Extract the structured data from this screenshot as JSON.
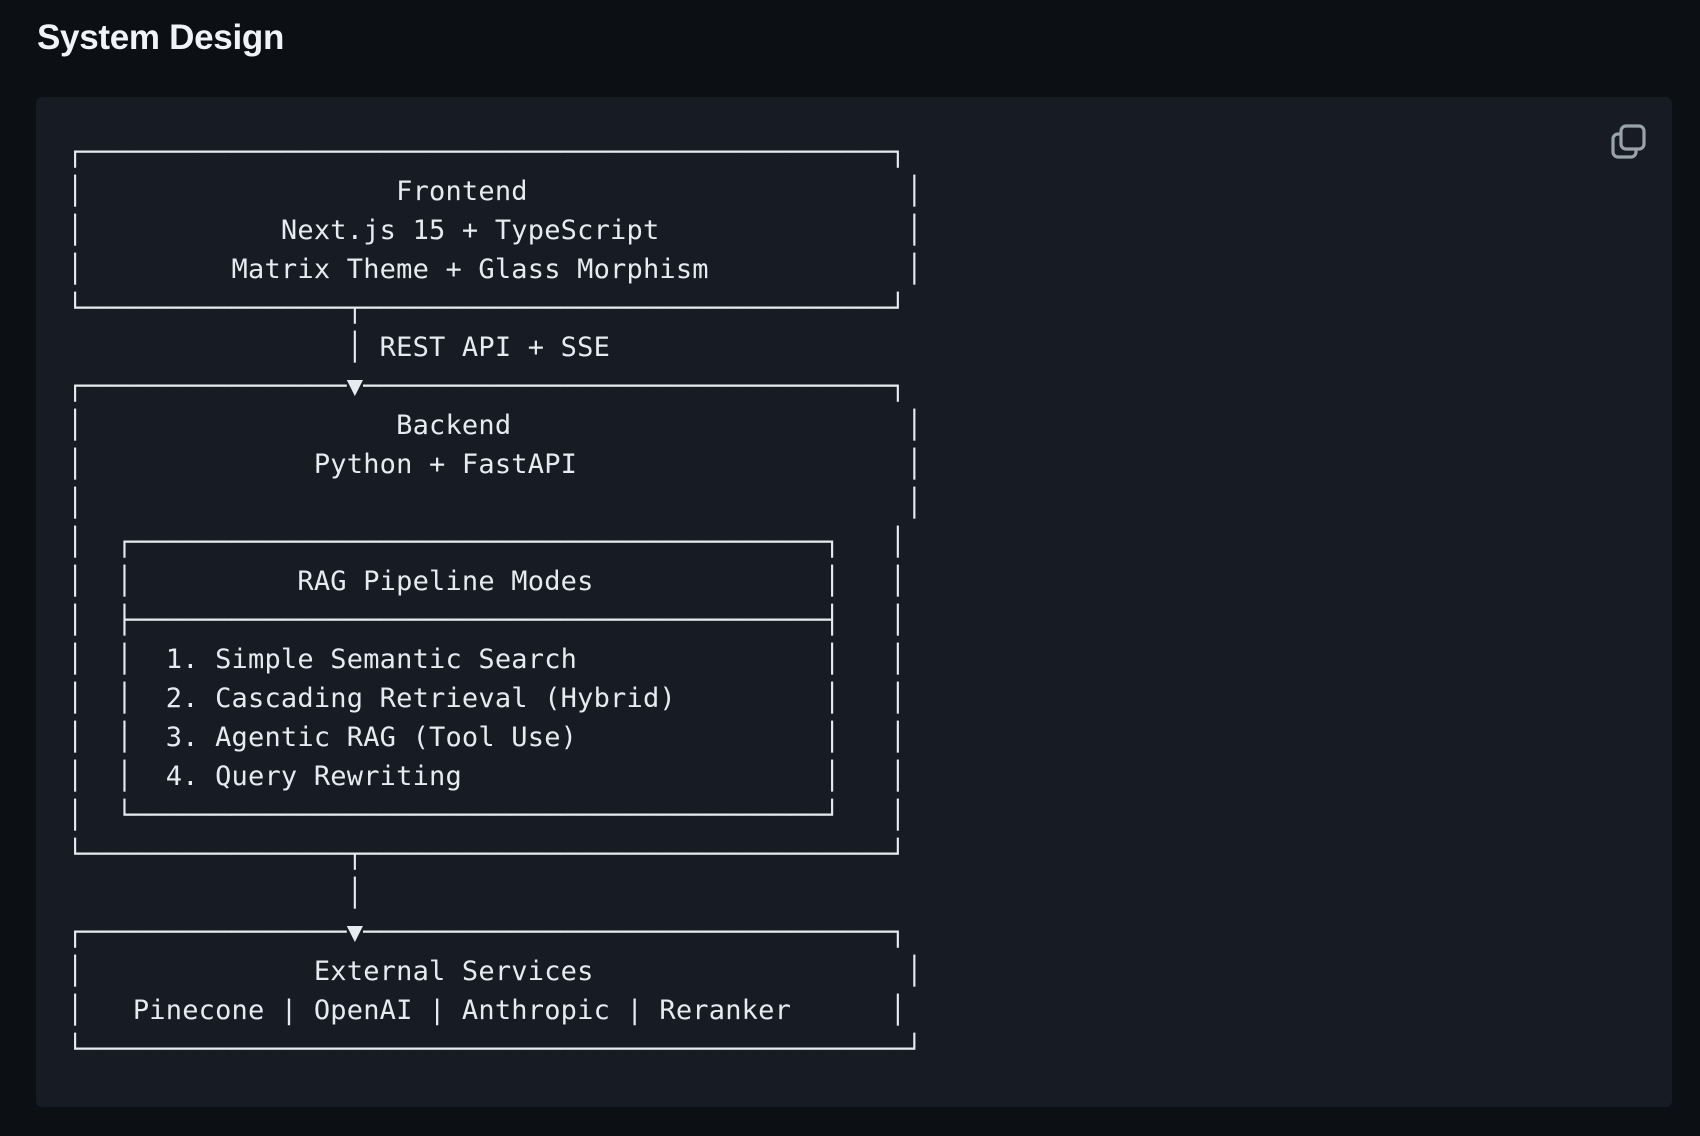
{
  "header": {
    "title": "System Design"
  },
  "colors": {
    "page_bg": "#0c0f14",
    "block_bg": "#161b24",
    "text": "#e7ebf1",
    "heading": "#f0f3f7",
    "icon": "#9aa2ac"
  },
  "code_block": {
    "copy_button": {
      "icon": "copy-icon"
    }
  },
  "diagram": {
    "nodes": [
      {
        "name": "Frontend",
        "details": [
          "Next.js 15 + TypeScript",
          "Matrix Theme + Glass Morphism"
        ]
      },
      {
        "name": "Backend",
        "details": [
          "Python + FastAPI"
        ],
        "child": {
          "name": "RAG Pipeline Modes",
          "items": [
            "1. Simple Semantic Search",
            "2. Cascading Retrieval (Hybrid)",
            "3. Agentic RAG (Tool Use)",
            "4. Query Rewriting"
          ]
        }
      },
      {
        "name": "External Services",
        "details": [
          "Pinecone | OpenAI | Anthropic | Reranker"
        ]
      }
    ],
    "edges": [
      {
        "from": "Frontend",
        "to": "Backend",
        "label": "REST API + SSE"
      },
      {
        "from": "Backend",
        "to": "External Services",
        "label": ""
      }
    ],
    "ascii_lines": [
      "┌─────────────────────────────────────────────────┐",
      "│                   Frontend                       │",
      "│            Next.js 15 + TypeScript               │",
      "│         Matrix Theme + Glass Morphism            │",
      "└────────────────┬────────────────────────────────┘",
      "                 │ REST API + SSE",
      "┌────────────────▼────────────────────────────────┐",
      "│                   Backend                        │",
      "│              Python + FastAPI                    │",
      "│                                                  │",
      "│  ┌──────────────────────────────────────────┐   │",
      "│  │          RAG Pipeline Modes              │   │",
      "│  ├──────────────────────────────────────────┤   │",
      "│  │  1. Simple Semantic Search               │   │",
      "│  │  2. Cascading Retrieval (Hybrid)         │   │",
      "│  │  3. Agentic RAG (Tool Use)               │   │",
      "│  │  4. Query Rewriting                      │   │",
      "│  └──────────────────────────────────────────┘   │",
      "└────────────────┬────────────────────────────────┘",
      "                 │",
      "┌────────────────▼────────────────────────────────┐",
      "│              External Services                   │",
      "│   Pinecone | OpenAI | Anthropic | Reranker      │",
      "└──────────────────────────────────────────────────┘"
    ]
  }
}
